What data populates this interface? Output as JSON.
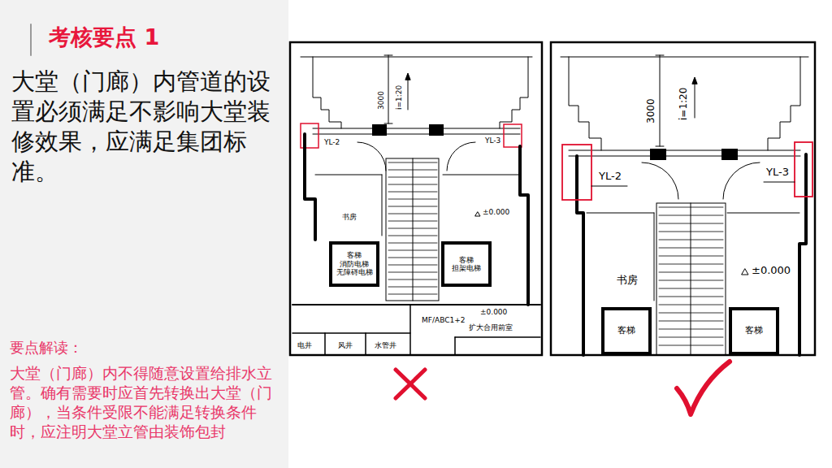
{
  "diagram": {
    "title": "考核要点 1",
    "nodes": [
      {
        "text": [
          "客梯 消防电梯 无障碍电梯"
        ]
      },
      {
        "text": [
          "客梯 担架电梯"
        ]
      },
      {
        "text": [
          "客梯"
        ]
      },
      {
        "text": [
          "客梯"
        ]
      }
    ],
    "labels": [
      "大堂（门廊）内管道的设置必须满足不影响大堂装修效果，应满足集团标准。",
      "要点解读：",
      "大堂（门廊）内不得随意设置给排水立管。确有需要时应首先转换出大堂（门廊），当条件受限不能满足转换条件时，应注明大堂立管由装饰包封",
      "3000",
      "i=1:20",
      "YL-2",
      "YL-3",
      "书房",
      "±0.000",
      "±0.000",
      "MF/ABC1+2",
      "扩大合用前室",
      "电井",
      "风井",
      "水管井",
      "3000",
      "i=1:20",
      "YL-2",
      "YL-3",
      "书房",
      "±0.000"
    ]
  }
}
